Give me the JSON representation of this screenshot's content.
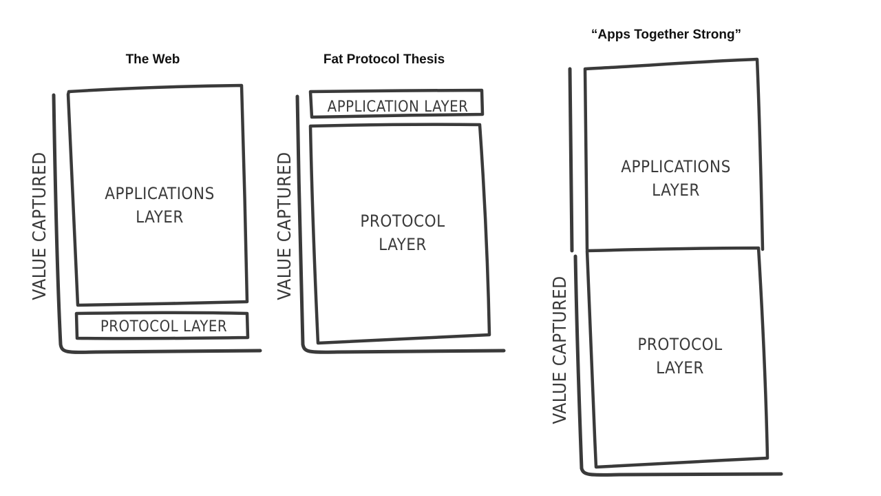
{
  "panels": [
    {
      "title": "The Web",
      "axis_label": "VALUE CAPTURED",
      "upper_box": {
        "line1": "APPLICATIONS",
        "line2": "LAYER"
      },
      "lower_box": {
        "line1": "PROTOCOL LAYER"
      }
    },
    {
      "title": "Fat Protocol Thesis",
      "axis_label": "VALUE CAPTURED",
      "upper_box": {
        "line1": "APPLICATION LAYER"
      },
      "lower_box": {
        "line1": "PROTOCOL",
        "line2": "LAYER"
      }
    },
    {
      "title": "“Apps Together Strong”",
      "axis_label": "VALUE CAPTURED",
      "upper_box": {
        "line1": "APPLICATIONS",
        "line2": "LAYER"
      },
      "lower_box": {
        "line1": "PROTOCOL",
        "line2": "LAYER"
      }
    }
  ]
}
